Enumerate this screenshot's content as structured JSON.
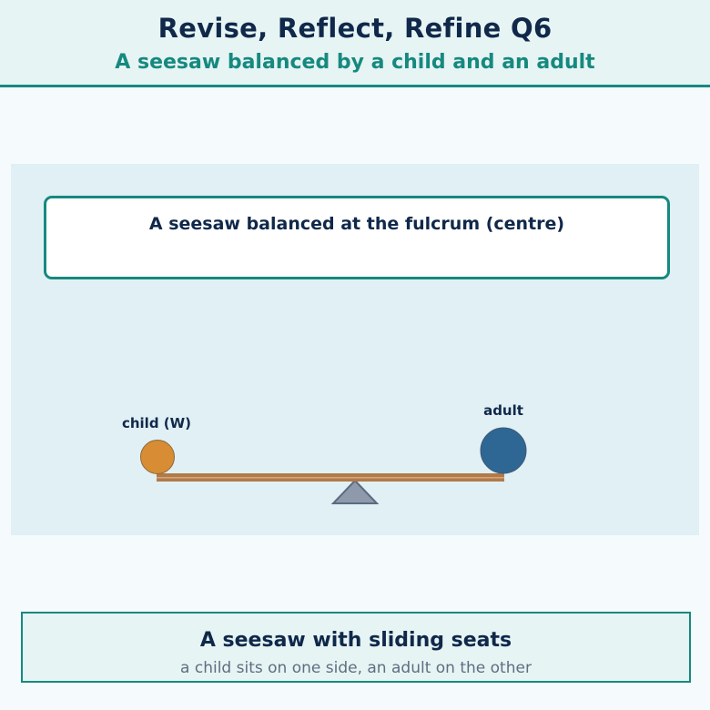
{
  "header": {
    "title": "Revise, Reflect, Refine Q6",
    "subtitle": "A seesaw balanced by a child and an adult"
  },
  "diagram": {
    "caption": "A seesaw balanced at the fulcrum (centre)",
    "child_label": "child (W)",
    "adult_label": "adult",
    "colors": {
      "plank": "#b07a4a",
      "plank_stripe": "#d9a679",
      "fulcrum": "#8e9aab",
      "fulcrum_edge": "#5a6b80",
      "child": "#d88c33",
      "adult": "#2e6794"
    }
  },
  "footer": {
    "title": "A seesaw with sliding seats",
    "subtitle": "a child sits on one side, an adult on the other"
  }
}
